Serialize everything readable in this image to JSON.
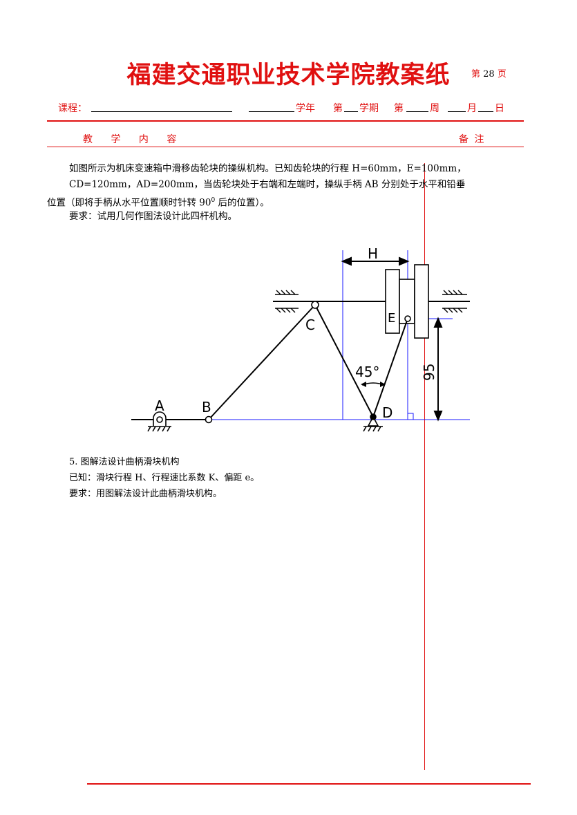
{
  "header": {
    "title": "福建交通职业技术学院教案纸",
    "page_prefix": "第",
    "page_number": "28",
    "page_suffix": "页"
  },
  "course_line": {
    "course_label": "课程：",
    "school_year": "学年",
    "term_prefix": "第",
    "term_suffix": "学期",
    "week_prefix": "第",
    "week_suffix": "周",
    "month": "月",
    "day": "日"
  },
  "table_header": {
    "content_label": "教 学 内 容",
    "notes_label": "备 注"
  },
  "problem": {
    "line1": "如图所示为机床变速箱中滑移齿轮块的操纵机构。已知齿轮块的行程 H=60mm，E=100mm，",
    "line2": "CD=120mm，AD=200mm，当齿轮块处于右端和左端时，操纵手柄 AB 分别处于水平和铅垂",
    "line3_pre": "位置（即将手柄从水平位置顺时针转 90",
    "line3_sup": "0",
    "line3_post": " 后的位置）。",
    "requirement": "要求：试用几何作图法设计此四杆机构。"
  },
  "diagram": {
    "labels": {
      "H": "H",
      "A": "A",
      "B": "B",
      "C": "C",
      "D": "D",
      "E": "E",
      "angle": "45°",
      "dim95": "95"
    }
  },
  "section5": {
    "heading": "5. 图解法设计曲柄滑块机构",
    "known": "已知：滑块行程 H、行程速比系数 K、偏距 e。",
    "requirement": "要求：用图解法设计此曲柄滑块机构。"
  },
  "colors": {
    "accent": "#e01010",
    "drawing_blue": "#1a1aff"
  }
}
